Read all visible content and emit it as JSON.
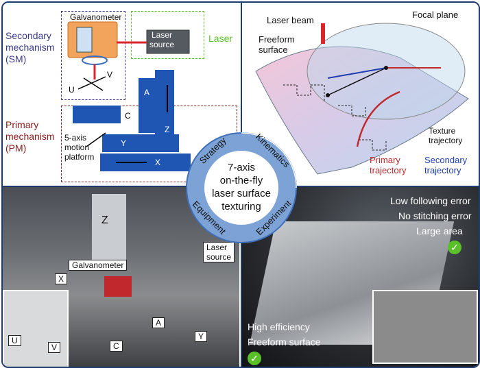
{
  "mechanism": {
    "galvanometer": "Galvanometer",
    "laser_source": "Laser\nsource",
    "laser": "Laser",
    "secondary": "Secondary\nmechanism\n(SM)",
    "primary": "Primary\nmechanism\n(PM)",
    "platform": "5-axis\nmotion\nplatform",
    "axes": {
      "u": "U",
      "v": "V",
      "a": "A",
      "c": "C",
      "z": "Z",
      "y": "Y",
      "x": "X"
    }
  },
  "trajectory": {
    "laser_beam": "Laser beam",
    "focal_plane": "Focal plane",
    "freeform": "Freeform\nsurface",
    "texture": "Texture\ntrajectory",
    "primary": "Primary\ntrajectory",
    "secondary": "Secondary\ntrajectory"
  },
  "center": {
    "title": "7-axis\non-the-fly\nlaser surface\ntexturing",
    "ring": [
      "Strategy",
      "Kinematics",
      "Experiment",
      "Equipment"
    ]
  },
  "equipment": {
    "z": "Z",
    "galvanometer": "Galvanometer",
    "laser_source": "Laser\nsource",
    "x": "X",
    "a": "A",
    "y": "Y",
    "c": "C",
    "u": "U",
    "v": "V"
  },
  "experiment": {
    "claims_top": [
      "Low following error",
      "No stitching error",
      "Large area"
    ],
    "claims_bottom": [
      "High efficiency",
      "Freeform surface"
    ]
  },
  "colors": {
    "frame": "#1f3b70",
    "blue": "#1f56b3",
    "red": "#c0282d",
    "green": "#5bbf2a",
    "sm": "#3a3a8a",
    "pm": "#8b1a1a",
    "ring": "#3f6fb7"
  }
}
